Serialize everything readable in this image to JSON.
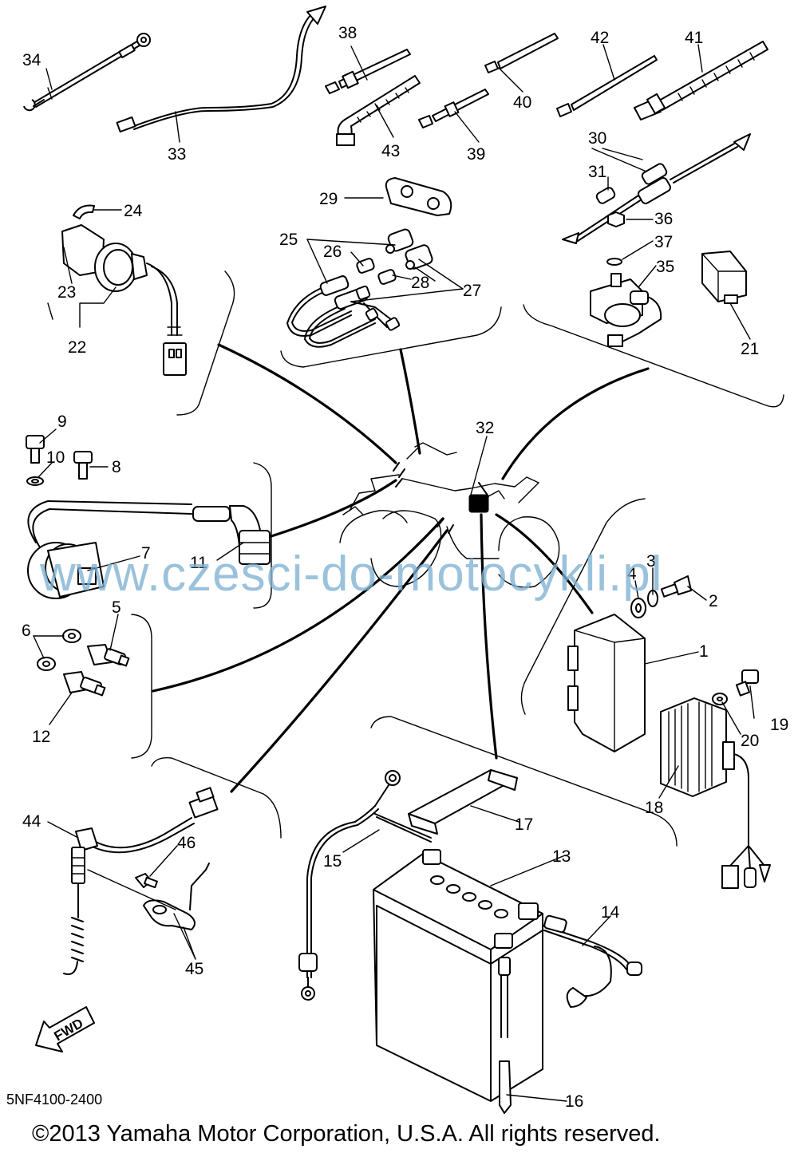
{
  "diagram": {
    "part_code": "5NF4100-2400",
    "copyright": "©2013 Yamaha Motor Corporation, U.S.A. All rights reserved.",
    "watermark": "www.czesci-do-motocykli.pl",
    "fwd_label": "FWD",
    "callouts": {
      "n1": "1",
      "n2": "2",
      "n3": "3",
      "n4": "4",
      "n5": "5",
      "n6": "6",
      "n7": "7",
      "n8": "8",
      "n9": "9",
      "n10": "10",
      "n11": "11",
      "n12": "12",
      "n13": "13",
      "n14": "14",
      "n15": "15",
      "n16": "16",
      "n17": "17",
      "n18": "18",
      "n19": "19",
      "n20": "20",
      "n21": "21",
      "n22": "22",
      "n23": "23",
      "n24": "24",
      "n25": "25",
      "n26": "26",
      "n27": "27",
      "n28": "28",
      "n29": "29",
      "n30": "30",
      "n31": "31",
      "n32": "32",
      "n33": "33",
      "n34": "34",
      "n35": "35",
      "n36": "36",
      "n37": "37",
      "n38": "38",
      "n39": "39",
      "n40": "40",
      "n41": "41",
      "n42": "42",
      "n43": "43",
      "n44": "44",
      "n45": "45",
      "n46": "46"
    }
  }
}
